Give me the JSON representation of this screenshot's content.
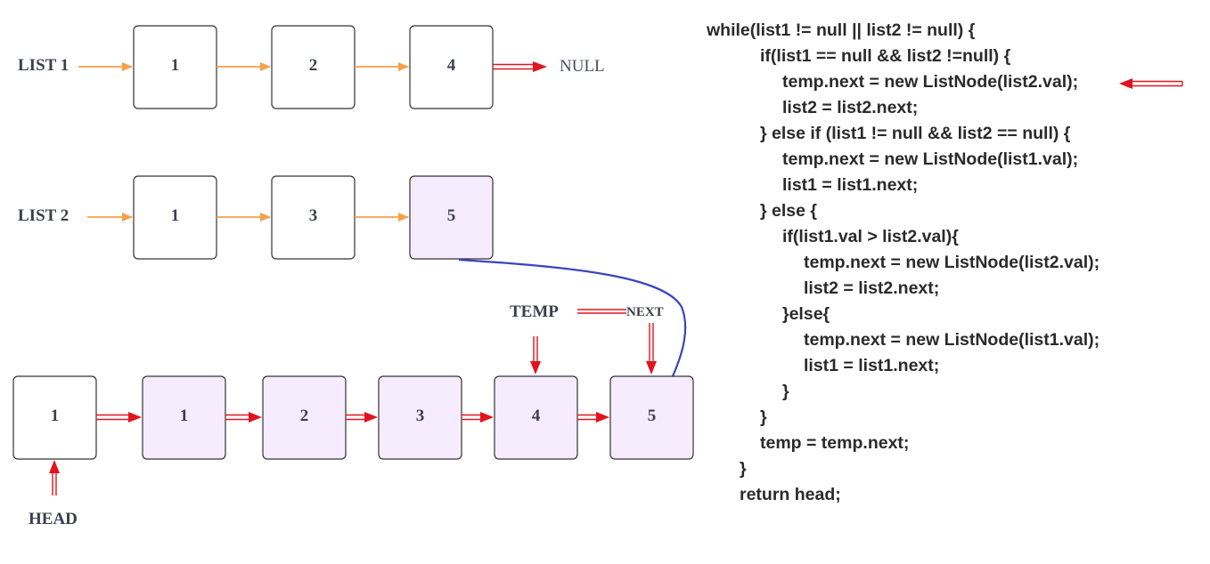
{
  "list1": {
    "label": "LIST 1",
    "nodes": [
      "1",
      "2",
      "4"
    ],
    "terminal": "NULL"
  },
  "list2": {
    "label": "LIST 2",
    "nodes": [
      "1",
      "3",
      "5"
    ]
  },
  "merged": {
    "nodes": [
      "1",
      "1",
      "2",
      "3",
      "4",
      "5"
    ]
  },
  "pointers": {
    "head": "HEAD",
    "temp": "TEMP",
    "next": "NEXT"
  },
  "code": {
    "lines": [
      "while(list1 != null || list2 != null) {",
      "if(list1 == null && list2 !=null) {",
      "temp.next = new ListNode(list2.val);",
      "list2 = list2.next;",
      "} else if (list1 != null && list2 == null) {",
      "temp.next = new ListNode(list1.val);",
      "list1 = list1.next;",
      "} else {",
      "if(list1.val > list2.val){",
      "temp.next = new ListNode(list2.val);",
      "list2 = list2.next;",
      "}else{",
      "temp.next = new ListNode(list1.val);",
      "list1 = list1.next;",
      "}",
      "}",
      "temp = temp.next;",
      "}",
      "return head;"
    ]
  },
  "colors": {
    "node_border": "#333333",
    "highlight_fill": "#f7ecfd",
    "orange_arrow": "#f5a04a",
    "red_arrow": "#e0141e",
    "blue_link": "#3b44c0"
  }
}
